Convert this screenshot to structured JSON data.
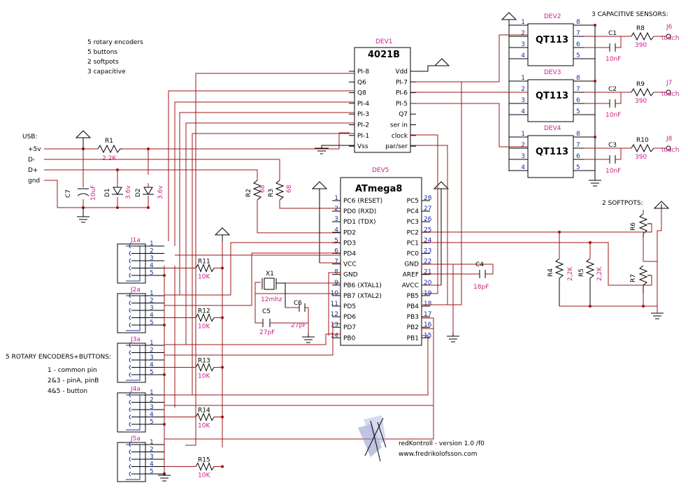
{
  "notes_top": [
    "5 rotary encoders",
    "5 buttons",
    "2 softpots",
    "3 capacitive"
  ],
  "usb_title": "USB:",
  "usb_pins": [
    "+5v",
    "D-",
    "D+",
    "gnd"
  ],
  "parts": {
    "r1": {
      "ref": "R1",
      "val": "2.2K"
    },
    "r2": {
      "ref": "R2",
      "val": "68"
    },
    "r3": {
      "ref": "R3",
      "val": "68"
    },
    "c7": {
      "ref": "C7",
      "val": "10uF"
    },
    "d1": {
      "ref": "D1",
      "val": "3.6v"
    },
    "d2": {
      "ref": "D2",
      "val": "3.6v"
    },
    "x1": {
      "ref": "X1",
      "val": "12mhz"
    },
    "c5": {
      "ref": "C5",
      "val": "27pF"
    },
    "c6": {
      "ref": "C6",
      "val": "27pF"
    },
    "c4": {
      "ref": "C4",
      "val": "18pF"
    },
    "r4": {
      "ref": "R4",
      "val": "2,2K"
    },
    "r5": {
      "ref": "R5",
      "val": "2,2K"
    },
    "r6": {
      "ref": "R6"
    },
    "r7": {
      "ref": "R7"
    }
  },
  "dev1": {
    "ref": "DEV1",
    "name": "4021B",
    "left_pins": [
      "PI-8",
      "Q6",
      "Q8",
      "PI-4",
      "PI-3",
      "PI-2",
      "PI-1",
      "Vss"
    ],
    "right_pins": [
      "Vdd",
      "PI-7",
      "PI-6",
      "PI-5",
      "Q7",
      "ser in",
      "clock",
      "par/ser"
    ]
  },
  "dev5": {
    "ref": "DEV5",
    "name": "ATmega8",
    "left_pins": [
      {
        "num": "1",
        "name": "PC6 (RESET)"
      },
      {
        "num": "2",
        "name": "PD0 (RXD)"
      },
      {
        "num": "3",
        "name": "PD1 (TDX)"
      },
      {
        "num": "4",
        "name": "PD2"
      },
      {
        "num": "5",
        "name": "PD3"
      },
      {
        "num": "6",
        "name": "PD4"
      },
      {
        "num": "7",
        "name": "VCC"
      },
      {
        "num": "8",
        "name": "GND"
      },
      {
        "num": "9",
        "name": "PB6 (XTAL1)"
      },
      {
        "num": "10",
        "name": "PB7 (XTAL2)"
      },
      {
        "num": "11",
        "name": "PD5"
      },
      {
        "num": "12",
        "name": "PD6"
      },
      {
        "num": "13",
        "name": "PD7"
      },
      {
        "num": "14",
        "name": "PB0"
      }
    ],
    "right_pins": [
      {
        "num": "28",
        "name": "PC5"
      },
      {
        "num": "27",
        "name": "PC4"
      },
      {
        "num": "26",
        "name": "PC3"
      },
      {
        "num": "25",
        "name": "PC2"
      },
      {
        "num": "24",
        "name": "PC1"
      },
      {
        "num": "23",
        "name": "PC0"
      },
      {
        "num": "22",
        "name": "GND"
      },
      {
        "num": "21",
        "name": "AREF"
      },
      {
        "num": "20",
        "name": "AVCC"
      },
      {
        "num": "19",
        "name": "PB5"
      },
      {
        "num": "18",
        "name": "PB4"
      },
      {
        "num": "17",
        "name": "PB3"
      },
      {
        "num": "16",
        "name": "PB2"
      },
      {
        "num": "15",
        "name": "PB1"
      }
    ]
  },
  "sensors_title": "3 CAPACITIVE SENSORS:",
  "sensors": [
    {
      "dev": "DEV2",
      "chip": "QT113",
      "cap": "C1",
      "cap_val": "10nF",
      "res": "R8",
      "res_val": "390",
      "jack": "J6",
      "jack_label": "touch"
    },
    {
      "dev": "DEV3",
      "chip": "QT113",
      "cap": "C2",
      "cap_val": "10nF",
      "res": "R9",
      "res_val": "390",
      "jack": "J7",
      "jack_label": "touch"
    },
    {
      "dev": "DEV4",
      "chip": "QT113",
      "cap": "C3",
      "cap_val": "10nF",
      "res": "R10",
      "res_val": "390",
      "jack": "J8",
      "jack_label": "touch"
    }
  ],
  "qt_pins_left": [
    "1",
    "2",
    "3",
    "4"
  ],
  "qt_pins_right": [
    "8",
    "7",
    "6",
    "5"
  ],
  "softpots_title": "2 SOFTPOTS:",
  "encoders_title": "5 ROTARY ENCODERS+BUTTONS:",
  "encoders_notes": [
    "1 - common pin",
    "2&3 - pinA, pinB",
    "4&5 - button"
  ],
  "encoders": [
    {
      "ref": "J1a",
      "res": "R11",
      "res_val": "10K"
    },
    {
      "ref": "J2a",
      "res": "R12",
      "res_val": "10K"
    },
    {
      "ref": "J3a",
      "res": "R13",
      "res_val": "10K"
    },
    {
      "ref": "J4a",
      "res": "R14",
      "res_val": "10K"
    },
    {
      "ref": "J5a",
      "res": "R15",
      "res_val": "10K"
    }
  ],
  "conn_pins": [
    "1",
    "2",
    "3",
    "4",
    "5"
  ],
  "footer": [
    "redKontroll - version 1.0 /f0",
    "www.fredrikolofsson.com"
  ]
}
